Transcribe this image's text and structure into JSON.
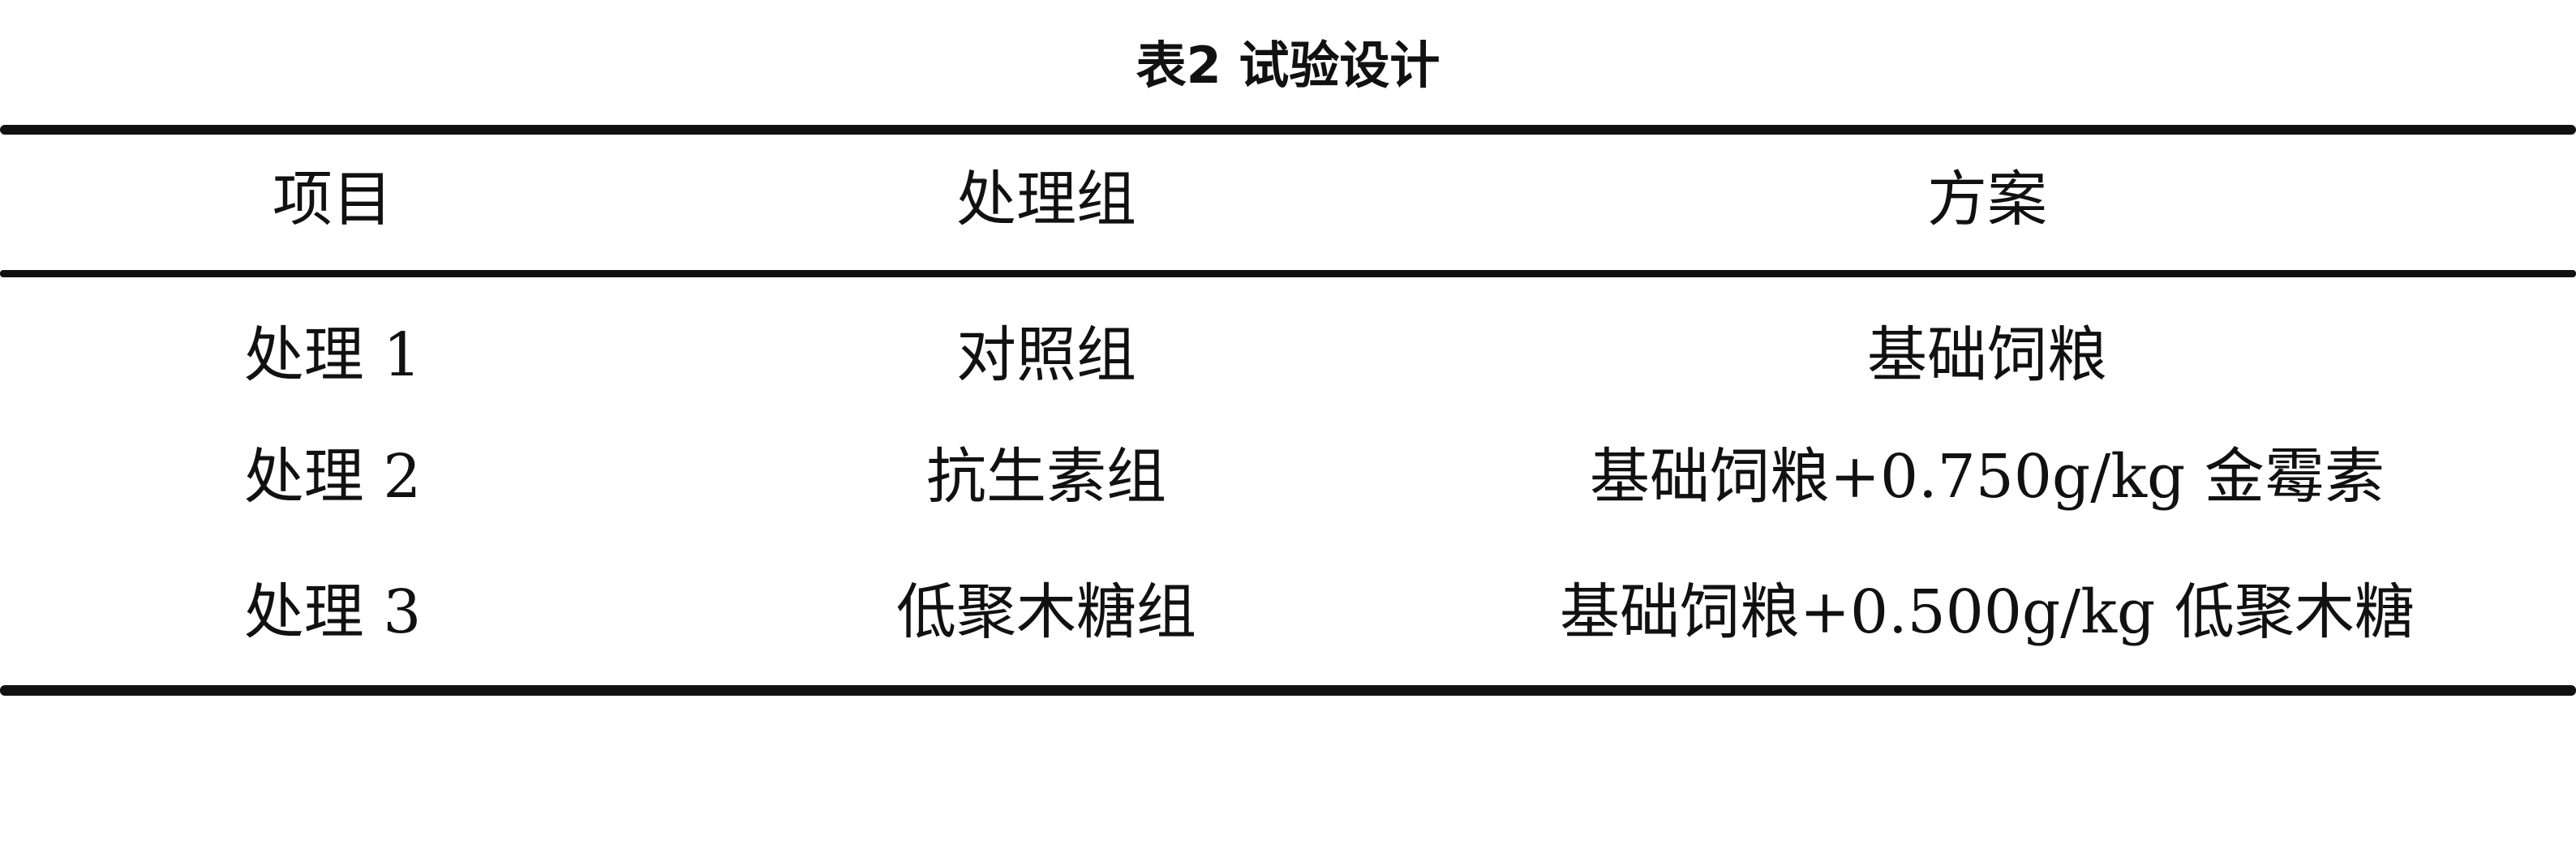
{
  "table": {
    "caption": "表2 试验设计",
    "headers": [
      "项目",
      "处理组",
      "方案"
    ],
    "rows": [
      [
        "处理 1",
        "对照组",
        "基础饲粮"
      ],
      [
        "处理 2",
        "抗生素组",
        "基础饲粮+0.750g/kg 金霉素"
      ],
      [
        "处理 3",
        "低聚木糖组",
        "基础饲粮+0.500g/kg 低聚木糖"
      ]
    ]
  }
}
